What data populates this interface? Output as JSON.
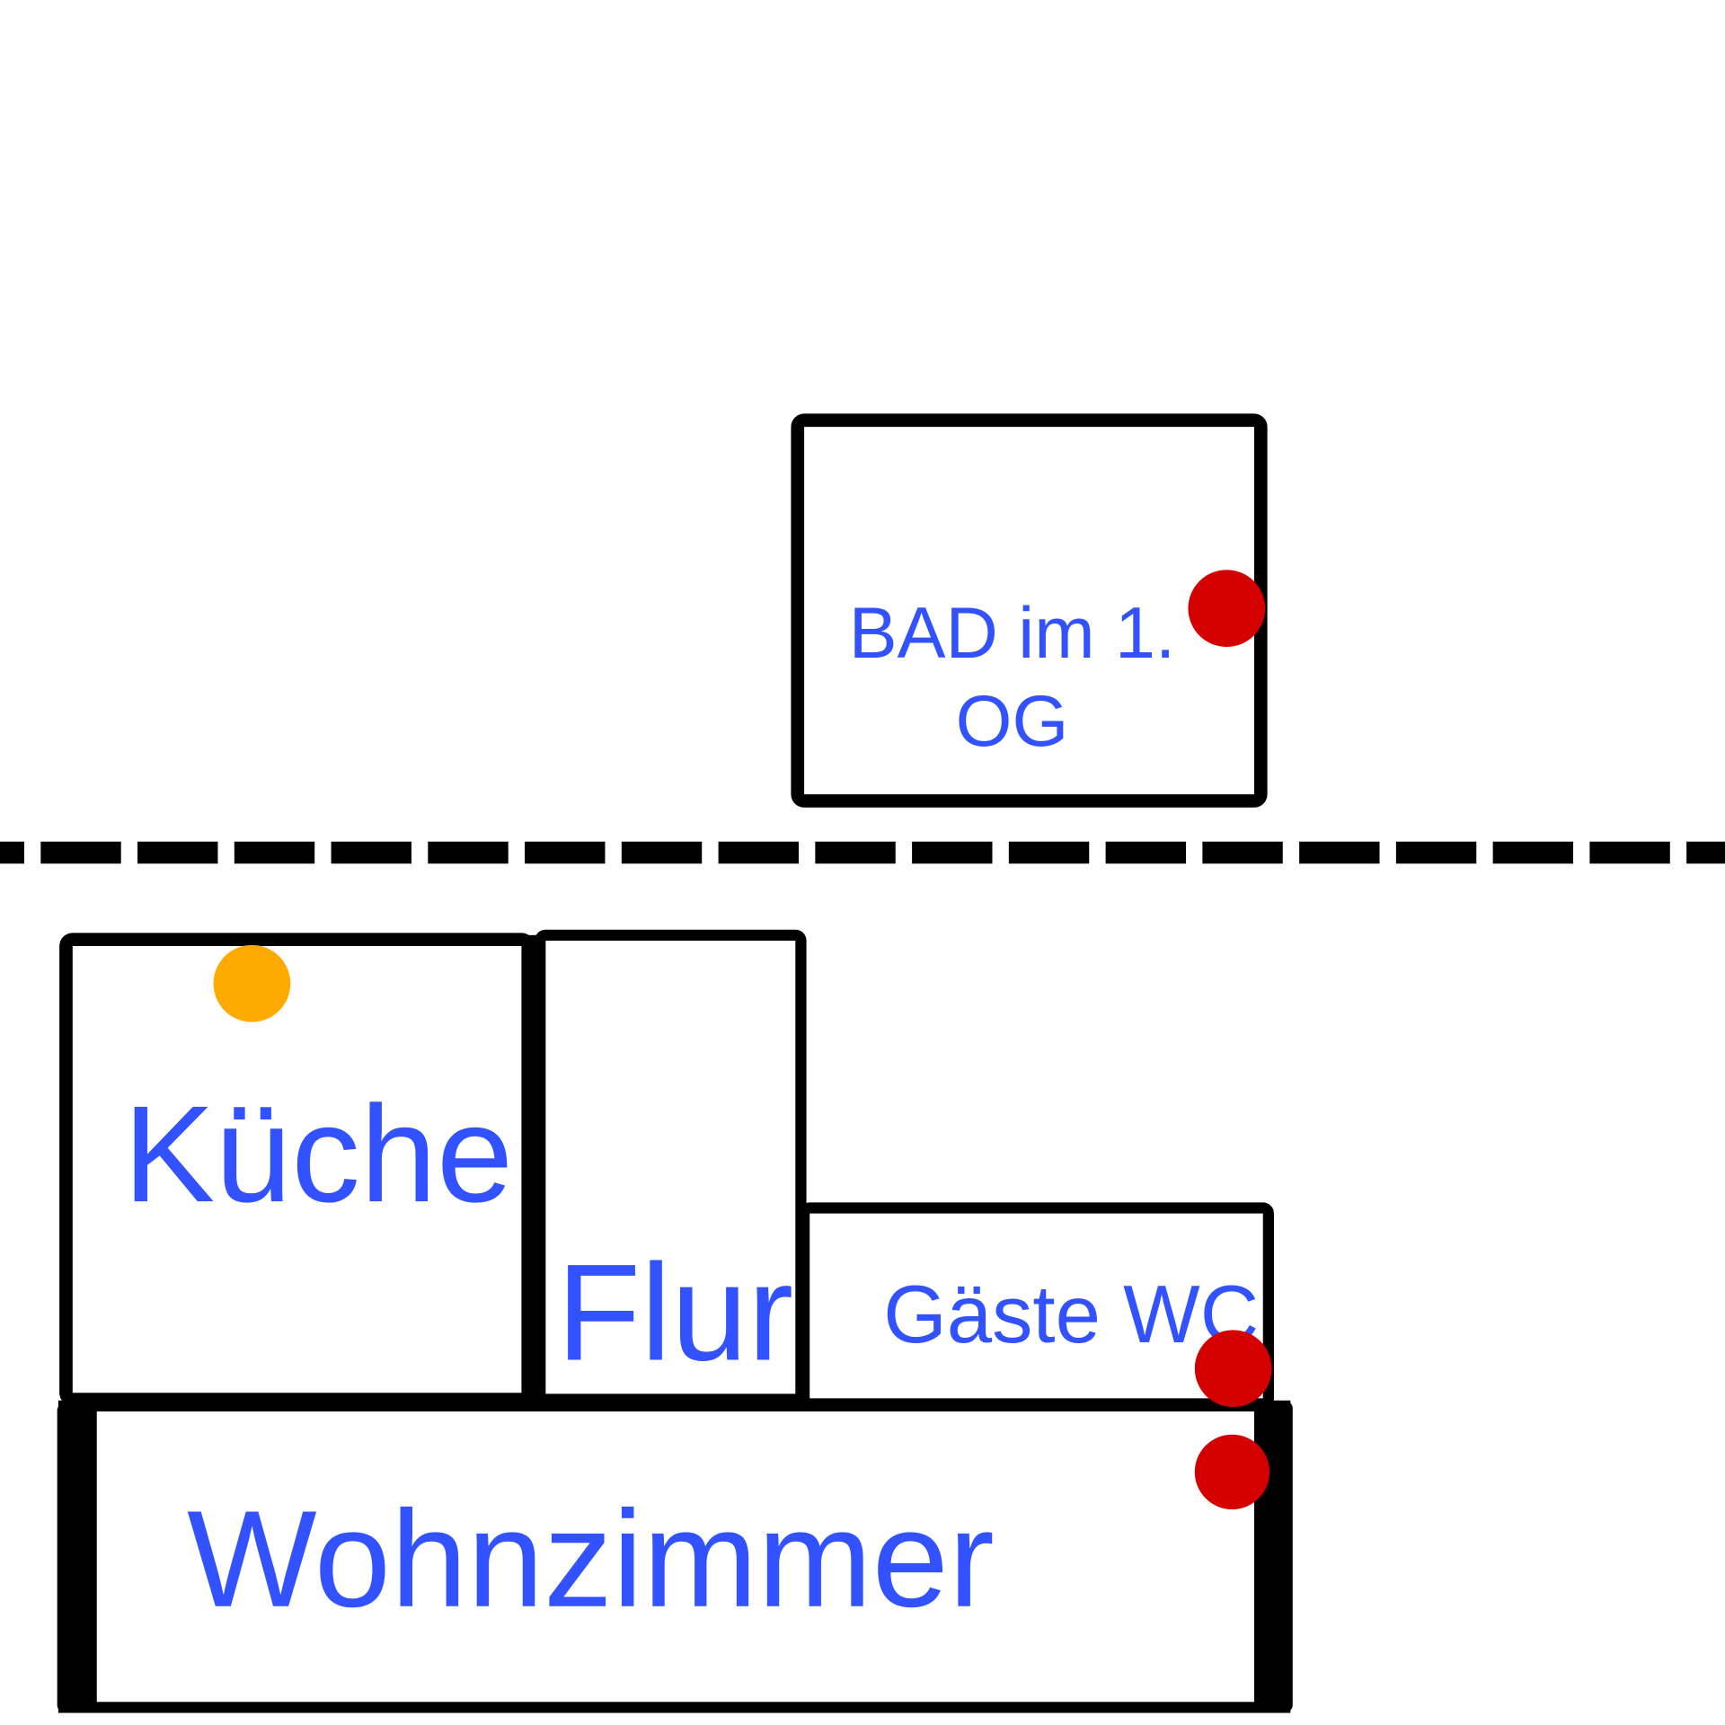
{
  "rooms": {
    "bad": {
      "line1": "BAD im 1.",
      "line2": "OG"
    },
    "kueche": {
      "label": "Küche"
    },
    "flur": {
      "label": "Flur"
    },
    "gaeste_wc": {
      "label": "Gäste WC"
    },
    "wohnzimmer": {
      "label": "Wohnzimmer"
    }
  },
  "colors": {
    "label": "#3352FF",
    "alert": "#D40000",
    "warning": "#FFAA00",
    "wall": "#000000"
  }
}
